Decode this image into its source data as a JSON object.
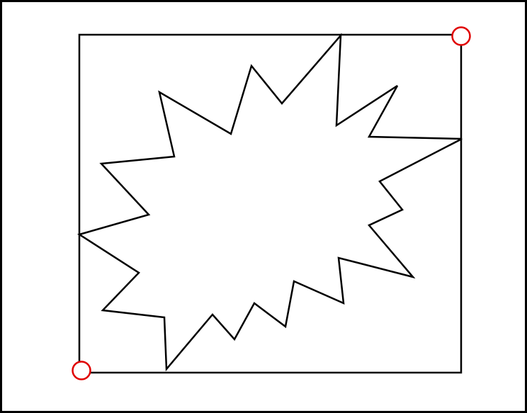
{
  "canvas": {
    "background": "#ffffff",
    "border_color": "#000000"
  },
  "shape": {
    "type": "explosion-burst",
    "stroke": "#000000",
    "fill": "#ffffff"
  },
  "selection": {
    "stroke": "#000000",
    "handles": [
      {
        "name": "resize-handle-top-right",
        "color": "#e00000"
      },
      {
        "name": "resize-handle-bottom-left",
        "color": "#e00000"
      }
    ]
  }
}
